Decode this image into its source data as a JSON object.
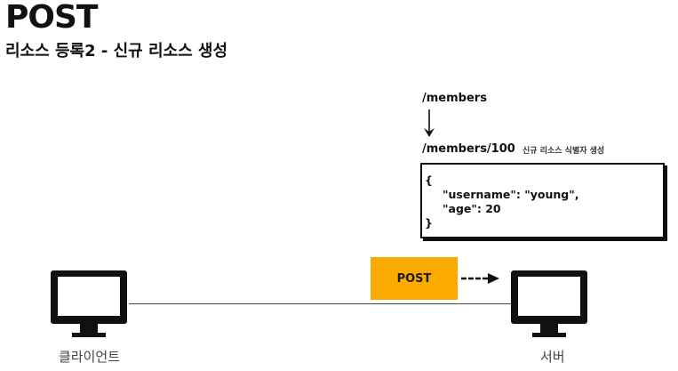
{
  "header": {
    "title": "POST",
    "subtitle": "리소스 등록2 - 신규 리소스 생성"
  },
  "resource": {
    "collection_path": "/members",
    "new_resource_path": "/members/100",
    "note": "신규 리소스 식별자 생성"
  },
  "payload": {
    "open_brace": "{",
    "line1": "\"username\": \"young\",",
    "line2": "\"age\": 20",
    "close_brace": "}"
  },
  "request": {
    "method": "POST",
    "badge_color": "#fbaa00"
  },
  "nodes": {
    "client_label": "클라이언트",
    "server_label": "서버",
    "client_icon": "monitor-icon",
    "server_icon": "monitor-icon"
  }
}
